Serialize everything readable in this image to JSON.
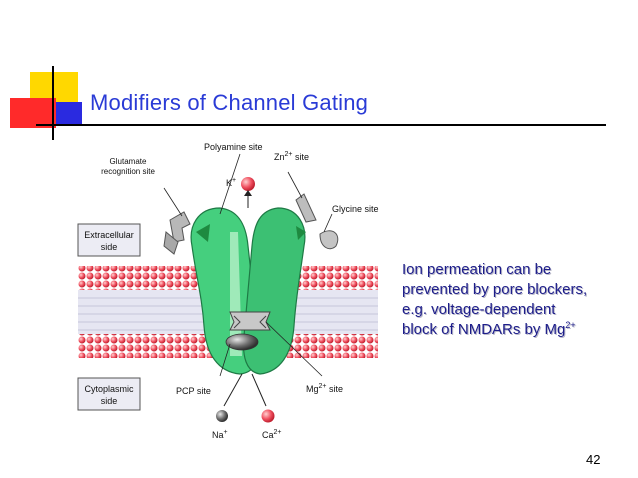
{
  "slide": {
    "title": "Modifiers of Channel Gating",
    "page_number": "42",
    "body_lines": [
      "Ion permeation can be",
      "prevented by pore blockers,",
      "e.g. voltage-dependent",
      "block of NMDARs by Mg"
    ],
    "body_superscript": "2+"
  },
  "diagram": {
    "labels": {
      "polyamine": "Polyamine site",
      "glutamate_line1": "Glutamate",
      "glutamate_line2": "recognition site",
      "zn": "Zn",
      "zn_sup": "2+",
      "zn_suffix": " site",
      "k": "K",
      "k_sup": "+",
      "glycine": "Glycine site",
      "extracellular_line1": "Extracellular",
      "extracellular_line2": "side",
      "cytoplasmic_line1": "Cytoplasmic",
      "cytoplasmic_line2": "side",
      "pcp": "PCP  site",
      "mg": "Mg",
      "mg_sup": "2+",
      "mg_suffix": " site",
      "na": "Na",
      "na_sup": "+",
      "ca": "Ca",
      "ca_sup": "2+"
    }
  },
  "colors": {
    "title": "#2a3bd6",
    "body_text": "#1d1d8a",
    "channel_green": "#3fcf7a",
    "lipid_head": "#f06070",
    "deco_yellow": "#ffd800",
    "deco_red": "#ff2020",
    "deco_blue": "#2020e0"
  }
}
